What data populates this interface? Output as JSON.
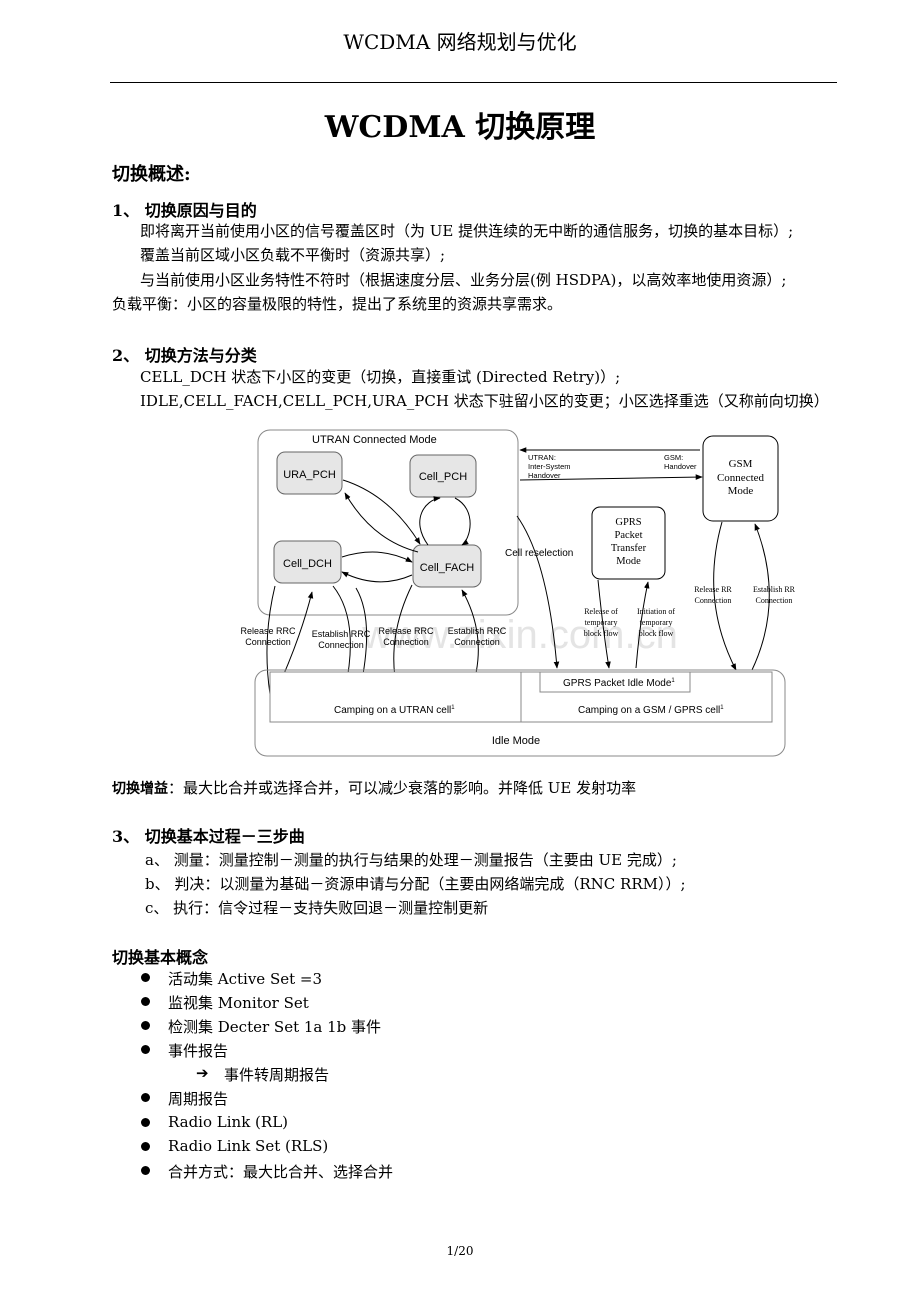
{
  "header": {
    "title": "WCDMA 网络规划与优化"
  },
  "document": {
    "title": "WCDMA 切换原理"
  },
  "overview": {
    "heading": "切换概述:"
  },
  "section1": {
    "heading": "1、 切换原因与目的",
    "lines": [
      "即将离开当前使用小区的信号覆盖区时（为 UE 提供连续的无中断的通信服务，切换的基本目标）;",
      "覆盖当前区域小区负载不平衡时（资源共享）;",
      "与当前使用小区业务特性不符时（根据速度分层、业务分层(例 HSDPA)，以高效率地使用资源）;",
      "负载平衡：小区的容量极限的特性，提出了系统里的资源共享需求。"
    ]
  },
  "section2": {
    "heading": "2、 切换方法与分类",
    "lines": [
      "CELL_DCH 状态下小区的变更（切换，直接重试  (Directed Retry)）;",
      "IDLE,CELL_FACH,CELL_PCH,URA_PCH 状态下驻留小区的变更；小区选择重选（又称前向切换）"
    ]
  },
  "diagram": {
    "utran_mode": "UTRAN Connected Mode",
    "ura_pch": "URA_PCH",
    "cell_pch": "Cell_PCH",
    "cell_dch": "Cell_DCH",
    "cell_fach": "Cell_FACH",
    "utran_ho": [
      "UTRAN:",
      "Inter-System",
      "Handover"
    ],
    "gsm_ho": [
      "GSM:",
      "Handover"
    ],
    "gsm_mode": [
      "GSM",
      "Connected",
      "Mode"
    ],
    "gprs_mode": [
      "GPRS",
      "Packet",
      "Transfer",
      "Mode"
    ],
    "cell_reselection": "Cell reselection",
    "release_rrc_1": [
      "Release RRC",
      "Connection"
    ],
    "establish_rrc_1": [
      "Establish RRC",
      "Connection"
    ],
    "release_rrc_2": [
      "Release RRC",
      "Connection"
    ],
    "establish_rrc_2": [
      "Establish RRC",
      "Connection"
    ],
    "release_tbf": [
      "Release of",
      "temporary",
      "block flow"
    ],
    "init_tbf": [
      "Initiation of",
      "temporary",
      "block flow"
    ],
    "release_rr": [
      "Release RR",
      "Connection"
    ],
    "establish_rr": [
      "Establish RR",
      "Connection"
    ],
    "gprs_idle": "GPRS Packet Idle Mode",
    "camp_utran": "Camping on a UTRAN cell",
    "camp_gsm": "Camping on a GSM / GPRS cell",
    "sup": "1",
    "idle_mode": "Idle Mode",
    "watermark": "www.zixin.com.cn"
  },
  "gain": {
    "label": "切换增益",
    "text": "：最大比合并或选择合并，可以减少衰落的影响。并降低 UE 发射功率"
  },
  "section3": {
    "heading": "3、 切换基本过程－三步曲",
    "lines": [
      "a、 测量：测量控制－测量的执行与结果的处理－测量报告（主要由 UE 完成）;",
      "b、 判决：以测量为基础－资源申请与分配（主要由网络端完成（RNC RRM））;",
      "c、 执行：信令过程－支持失败回退－测量控制更新"
    ]
  },
  "concepts": {
    "heading": "切换基本概念",
    "items": [
      "活动集  Active Set =3",
      "监视集  Monitor Set",
      "检测集  Decter Set 1a 1b 事件",
      "事件报告",
      "周期报告",
      "Radio Link (RL)",
      "Radio Link Set (RLS)",
      "合并方式：最大比合并、选择合并"
    ],
    "sub_arrow": "➔",
    "sub_item": "事件转周期报告"
  },
  "footer": {
    "page": "1/20"
  }
}
